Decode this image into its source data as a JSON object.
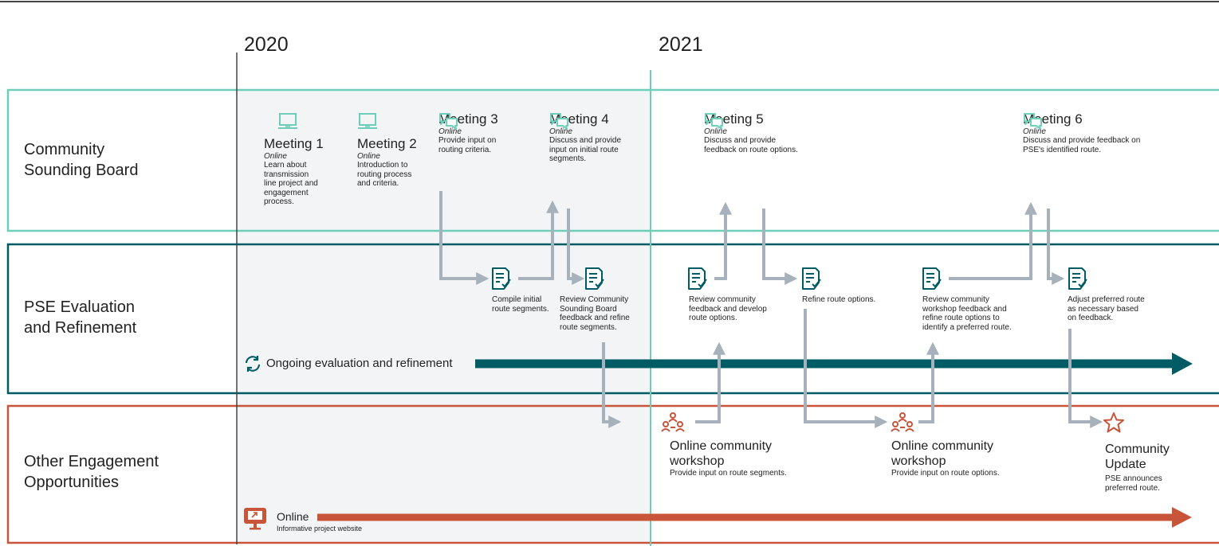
{
  "years": [
    "2020",
    "2021"
  ],
  "lanes": [
    {
      "label": "Community\nSounding Board"
    },
    {
      "label": "PSE Evaluation\nand Refinement"
    },
    {
      "label": "Other Engagement\nOpportunities"
    }
  ],
  "meetings": [
    {
      "icon": "laptop-icon",
      "title": "Meeting 1",
      "mode": "Online",
      "desc": "Learn about\ntransmission\nline project and\nengagement\nprocess."
    },
    {
      "icon": "laptop-icon",
      "title": "Meeting 2",
      "mode": "Online",
      "desc": "Introduction to\nrouting process\nand criteria."
    },
    {
      "icon": "chat-icon",
      "title": "Meeting 3",
      "mode": "Online",
      "desc": "Provide input on\nrouting criteria."
    },
    {
      "icon": "chat-icon",
      "title": "Meeting 4",
      "mode": "Online",
      "desc": "Discuss and provide\ninput on initial route\nsegments."
    },
    {
      "icon": "chat-icon",
      "title": "Meeting 5",
      "mode": "Online",
      "desc": "Discuss and provide\nfeedback on route options."
    },
    {
      "icon": "chat-icon",
      "title": "Meeting 6",
      "mode": "Online",
      "desc": "Discuss and provide feedback on\nPSE's identified route."
    }
  ],
  "steps": [
    {
      "icon": "document-check-icon",
      "desc": "Compile initial\nroute segments."
    },
    {
      "icon": "document-check-icon",
      "desc": "Review Community\nSounding Board\nfeedback and refine\nroute segments."
    },
    {
      "icon": "document-check-icon",
      "desc": "Review community\nfeedback and develop\nroute options."
    },
    {
      "icon": "document-check-icon",
      "desc": "Refine route options."
    },
    {
      "icon": "document-check-icon",
      "desc": "Review community\nworkshop feedback and\nrefine route options to\nidentify a preferred route."
    },
    {
      "icon": "document-check-icon",
      "desc": "Adjust preferred route\nas necessary based\non feedback."
    }
  ],
  "ongoing": {
    "icon": "refresh-icon",
    "label": "Ongoing evaluation and refinement"
  },
  "workshops": [
    {
      "icon": "group-icon",
      "title": "Online community\nworkshop",
      "desc": "Provide input on route segments."
    },
    {
      "icon": "group-icon",
      "title": "Online community\nworkshop",
      "desc": "Provide input on route options."
    }
  ],
  "update": {
    "icon": "star-icon",
    "title": "Community\nUpdate",
    "desc": "PSE announces\npreferred route."
  },
  "website": {
    "icon": "monitor-icon",
    "label": "Online",
    "desc": "Informative project website"
  },
  "colors": {
    "teal": "#6ecfb9",
    "dark_teal": "#005c64",
    "orange": "#c8553a",
    "gray": "#a7b1bb",
    "shade": "#f2f4f6"
  }
}
